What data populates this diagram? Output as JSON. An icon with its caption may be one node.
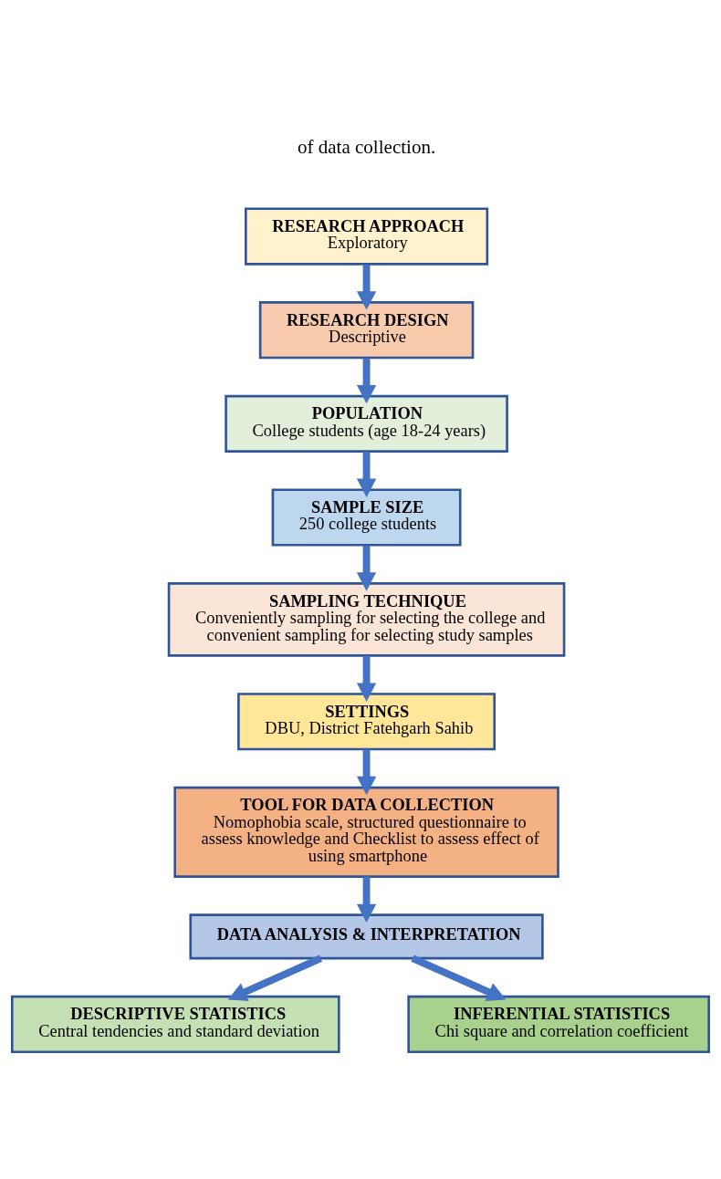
{
  "diagram": {
    "nodes": [
      {
        "text": [
          "RESEARCH APPROACH",
          "Exploratory"
        ]
      },
      {
        "text": [
          "RESEARCH DESIGN",
          "Descriptive"
        ]
      },
      {
        "text": [
          "POPULATION",
          "College students (age 18-24 years)"
        ]
      },
      {
        "text": [
          "SAMPLE SIZE",
          "250 college students"
        ]
      },
      {
        "text": [
          "SAMPLING TECHNIQUE",
          "Conveniently sampling for selecting the college and convenient sampling for selecting study samples"
        ]
      },
      {
        "text": [
          "SETTINGS",
          "DBU, District Fatehgarh Sahib"
        ]
      },
      {
        "text": [
          "TOOL FOR DATA COLLECTION",
          "Nomophobia scale, structured questionnaire to assess knowledge and Checklist to assess effect of using smartphone"
        ]
      },
      {
        "text": [
          "DATA ANALYSIS & INTERPRETATION"
        ]
      },
      {
        "text": [
          "DESCRIPTIVE STATISTICS",
          "Central tendencies and standard deviation"
        ]
      },
      {
        "text": [
          "INFERENTIAL STATISTICS",
          "Chi square and correlation coefficient"
        ]
      }
    ],
    "edges": [
      {
        "from": 0,
        "to": 1,
        "arrow": "to"
      },
      {
        "from": 1,
        "to": 2,
        "arrow": "to"
      },
      {
        "from": 2,
        "to": 3,
        "arrow": "to"
      },
      {
        "from": 3,
        "to": 4,
        "arrow": "to"
      },
      {
        "from": 4,
        "to": 5,
        "arrow": "to"
      },
      {
        "from": 5,
        "to": 6,
        "arrow": "to"
      },
      {
        "from": 6,
        "to": 7,
        "arrow": "to"
      },
      {
        "from": 7,
        "to": 8,
        "arrow": "to"
      },
      {
        "from": 7,
        "to": 9,
        "arrow": "to"
      }
    ],
    "labels": [
      "of data collection."
    ]
  }
}
